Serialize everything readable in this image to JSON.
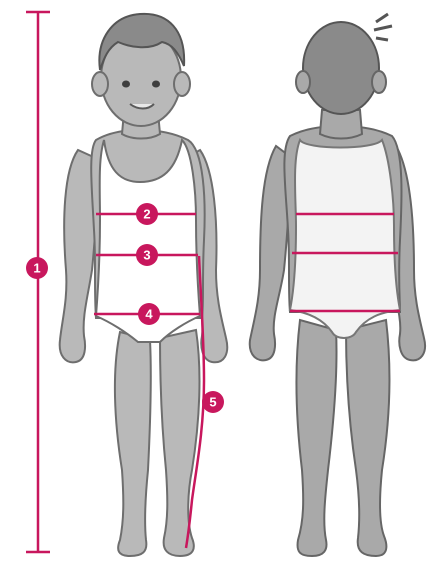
{
  "accent_color": "#c8175d",
  "figures": [
    {
      "view": "front"
    },
    {
      "view": "back"
    }
  ],
  "measurements": [
    {
      "number": "1"
    },
    {
      "number": "2"
    },
    {
      "number": "3"
    },
    {
      "number": "4"
    },
    {
      "number": "5"
    }
  ]
}
